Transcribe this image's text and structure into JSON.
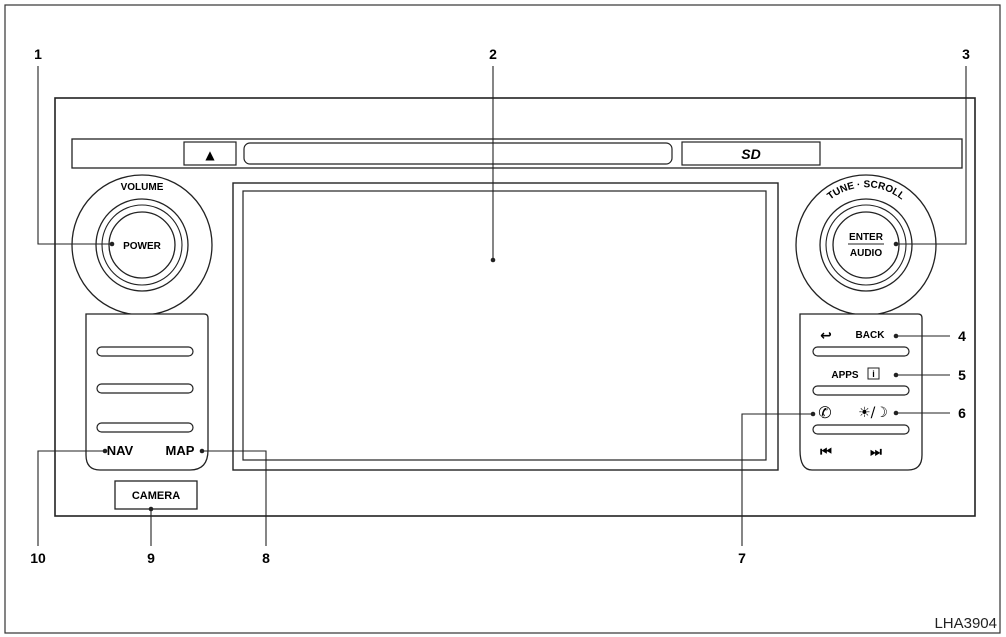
{
  "knobs": {
    "left": {
      "ring_label": "VOLUME",
      "button_label": "POWER"
    },
    "right": {
      "ring_label": "TUNE · SCROLL",
      "button_line1": "ENTER",
      "button_line2": "AUDIO"
    }
  },
  "buttons": {
    "back": {
      "label": "BACK",
      "icon": "↩"
    },
    "apps": {
      "label": "APPS",
      "icon": "i"
    },
    "phone": {
      "icon": "✆"
    },
    "brightness": {
      "icon": "☀/☽"
    },
    "seek_back": {
      "icon": "⏮"
    },
    "seek_forward": {
      "icon": "⏭"
    },
    "eject": {
      "icon": "▲"
    },
    "sd": {
      "icon": "SD"
    },
    "nav": {
      "label": "NAV"
    },
    "map": {
      "label": "MAP"
    },
    "camera": {
      "label": "CAMERA"
    }
  },
  "callouts": [
    "1",
    "2",
    "3",
    "4",
    "5",
    "6",
    "7",
    "8",
    "9",
    "10"
  ],
  "figure_code": "LHA3904"
}
